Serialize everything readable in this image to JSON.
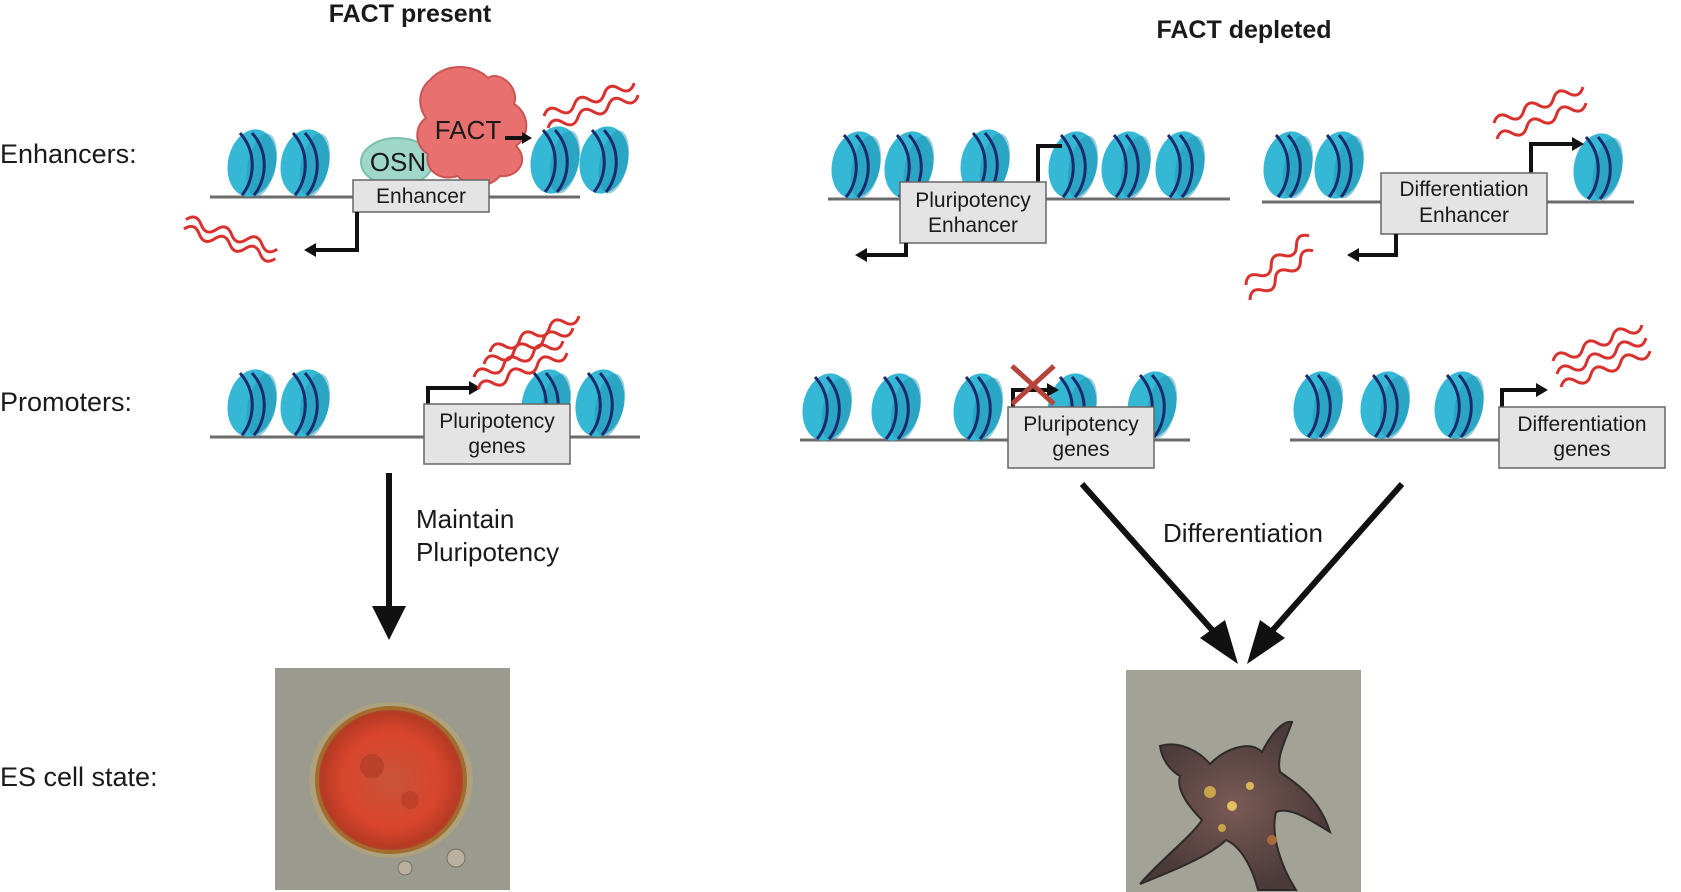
{
  "headings": {
    "left": "FACT present",
    "right": "FACT depleted"
  },
  "row_labels": {
    "enhancers": "Enhancers:",
    "promoters": "Promoters:",
    "cell_state": "ES cell state:"
  },
  "proteins": {
    "fact": "FACT",
    "osn": "OSN"
  },
  "boxes": {
    "enhancer": "Enhancer",
    "pluri_enhancer_1": "Pluripotency",
    "pluri_enhancer_2": "Enhancer",
    "diff_enhancer_1": "Differentiation",
    "diff_enhancer_2": "Enhancer",
    "pluri_genes_left_1": "Pluripotency",
    "pluri_genes_left_2": "genes",
    "pluri_genes_right_1": "Pluripotency",
    "pluri_genes_right_2": "genes",
    "diff_genes_1": "Differentiation",
    "diff_genes_2": "genes"
  },
  "flows": {
    "maintain_1": "Maintain",
    "maintain_2": "Pluripotency",
    "differentiation": "Differentiation"
  },
  "colors": {
    "nucleosome": "#35b8d6",
    "nucleosome_dark": "#1f8fb0",
    "dna_wrap": "#1b2a6b",
    "transcript": "#d8322f",
    "fact_protein": "#e8706e",
    "osn_protein": "#9fd8c8",
    "box_fill": "#e4e4e4",
    "inhibit_x": "#b5443d"
  }
}
